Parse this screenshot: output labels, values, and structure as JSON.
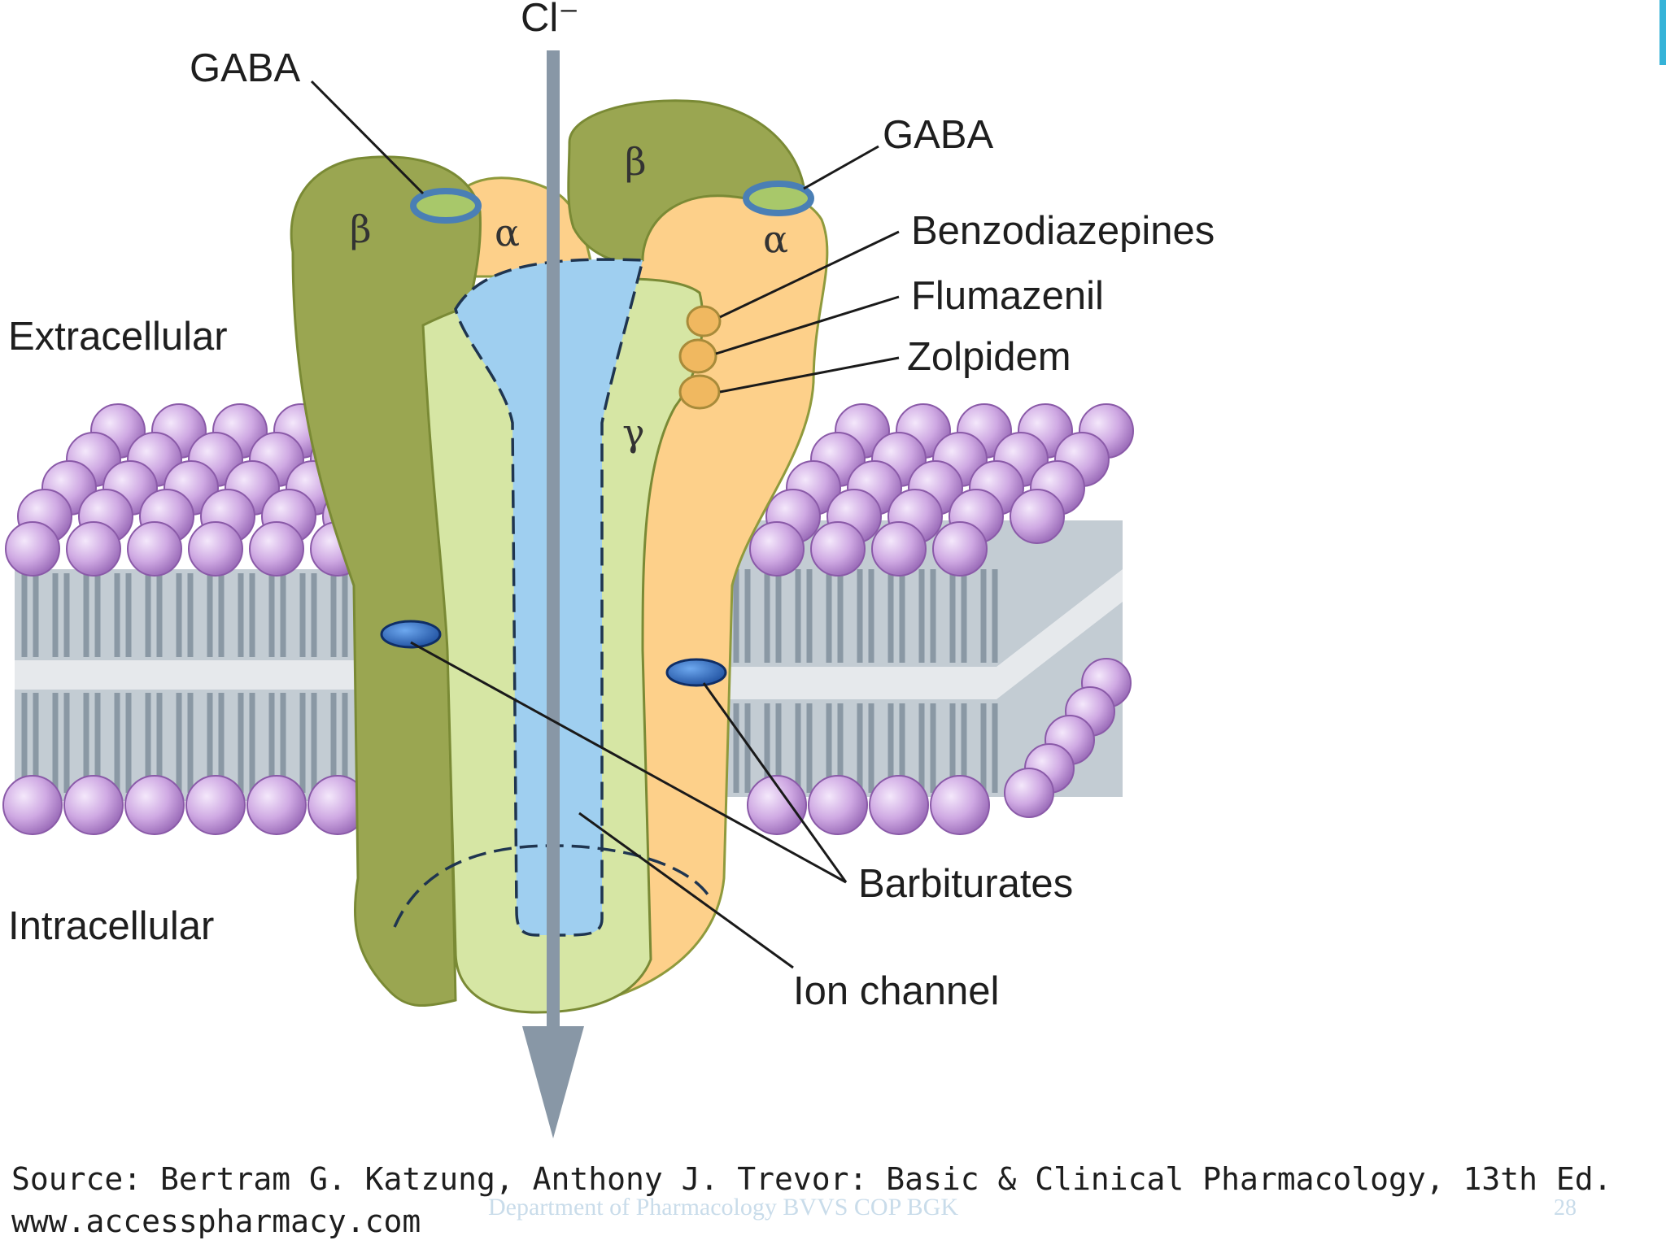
{
  "diagram": {
    "ion_label": "Cl⁻",
    "labels": {
      "gaba_left": "GABA",
      "gaba_right": "GABA",
      "benzodiazepines": "Benzodiazepines",
      "flumazenil": "Flumazenil",
      "zolpidem": "Zolpidem",
      "extracellular": "Extracellular",
      "intracellular": "Intracellular",
      "barbiturates": "Barbiturates",
      "ion_channel": "Ion channel"
    },
    "subunits": {
      "beta_left": "β",
      "alpha_left": "α",
      "beta_right": "β",
      "alpha_right": "α",
      "gamma": "γ"
    }
  },
  "source": {
    "line1": "Source: Bertram G. Katzung, Anthony J. Trevor: Basic & Clinical Pharmacology, 13th Ed.",
    "line2": "www.accesspharmacy.com"
  },
  "footer": {
    "department": "Department of Pharmacology BVVS COP BGK",
    "page_number": "28"
  },
  "colors": {
    "beta_subunit": "#9aa651",
    "alpha_subunit": "#fdd08a",
    "gamma_subunit": "#d6e6a4",
    "channel_pore": "#9fcff0",
    "lipid_heads": "#c9a6e0",
    "accent": "#35b3d8"
  }
}
